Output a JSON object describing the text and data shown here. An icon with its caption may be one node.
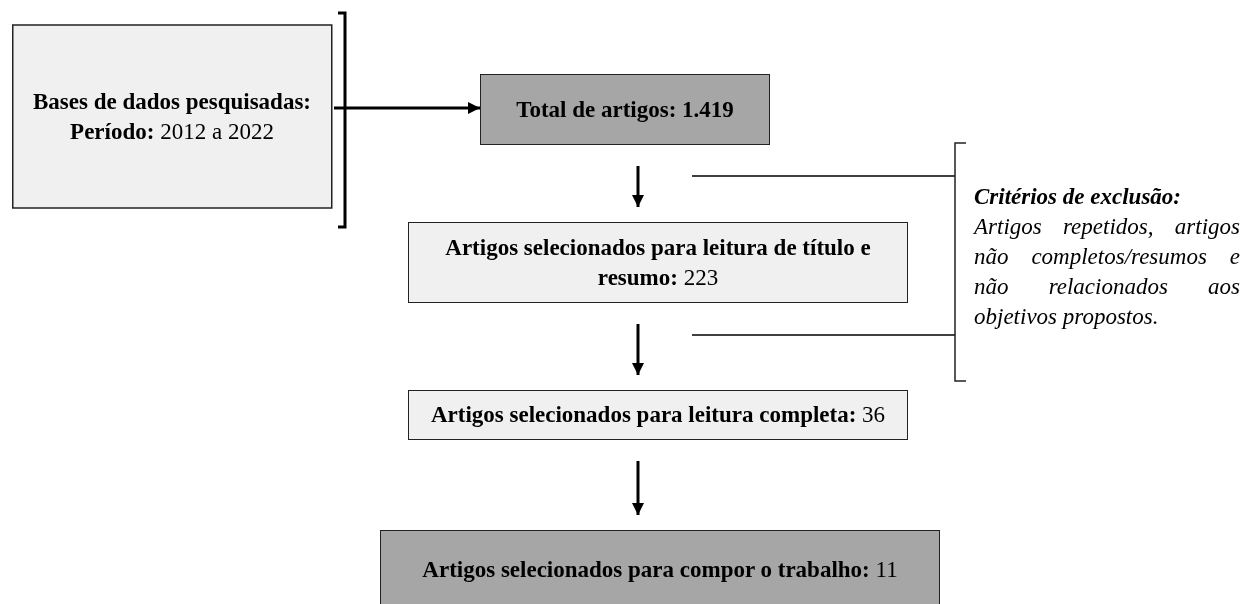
{
  "diagram": {
    "nodes": [
      {
        "text": [
          "Bases de dados pesquisadas:",
          "**Período:** 2012 a 2022"
        ]
      },
      {
        "text": [
          "Total de artigos: 1.419"
        ]
      },
      {
        "text": [
          "**Artigos selecionados para leitura de título e resumo:** 223"
        ]
      },
      {
        "text": [
          "**Artigos selecionados para leitura completa:** 36"
        ]
      },
      {
        "text": [
          "**Artigos selecionados para compor o trabalho:** 11"
        ]
      },
      {
        "text": [
          "Critérios de exclusão:",
          "Artigos repetidos, artigos não completos/resumos e não relacionados aos objetivos propostos."
        ]
      }
    ],
    "edges": [
      {
        "from": 0,
        "to": 1,
        "arrow": "to"
      },
      {
        "from": 1,
        "to": 2,
        "arrow": "to"
      },
      {
        "from": 2,
        "to": 3,
        "arrow": "to"
      },
      {
        "from": 3,
        "to": 4,
        "arrow": "to"
      },
      {
        "from": 5,
        "to": null,
        "arrow": "none"
      },
      {
        "from": 5,
        "to": null,
        "arrow": "none"
      }
    ]
  }
}
